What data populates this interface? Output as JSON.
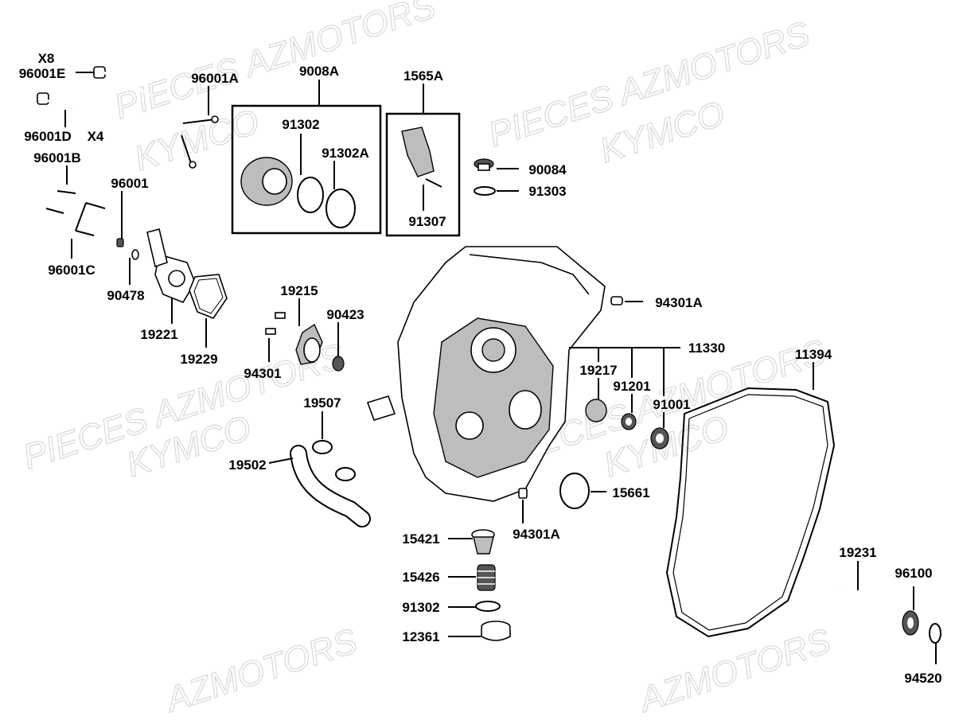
{
  "watermarks": [
    "PIECES AZMOTORS",
    "KYMCO",
    "PIECES AZMOTORS",
    "KYMCO",
    "PIECES AZMOTORS",
    "KYMCO",
    "PIECES AZMOTORS",
    "KYMCO",
    "AZMOTORS",
    "AZMOTORS"
  ],
  "labels": {
    "x8": "X8",
    "p96001E": "96001E",
    "p96001D": "96001D",
    "x4": "X4",
    "p96001A": "96001A",
    "p96001B": "96001B",
    "p96001": "96001",
    "p96001C": "96001C",
    "p90478": "90478",
    "p19221": "19221",
    "p19229": "19229",
    "p9008A": "9008A",
    "p91302_top": "91302",
    "p91302A": "91302A",
    "p1565A": "1565A",
    "p91307": "91307",
    "p90084": "90084",
    "p91303": "91303",
    "p19215": "19215",
    "p90423": "90423",
    "p94301": "94301",
    "p94301A_top": "94301A",
    "p11330": "11330",
    "p19217": "19217",
    "p91201": "91201",
    "p91001": "91001",
    "p11394": "11394",
    "p19507": "19507",
    "p19502": "19502",
    "p15661": "15661",
    "p94301A_bottom": "94301A",
    "p15421": "15421",
    "p15426": "15426",
    "p91302_bottom": "91302",
    "p12361": "12361",
    "p19231": "19231",
    "p96100": "96100",
    "p94520": "94520"
  }
}
